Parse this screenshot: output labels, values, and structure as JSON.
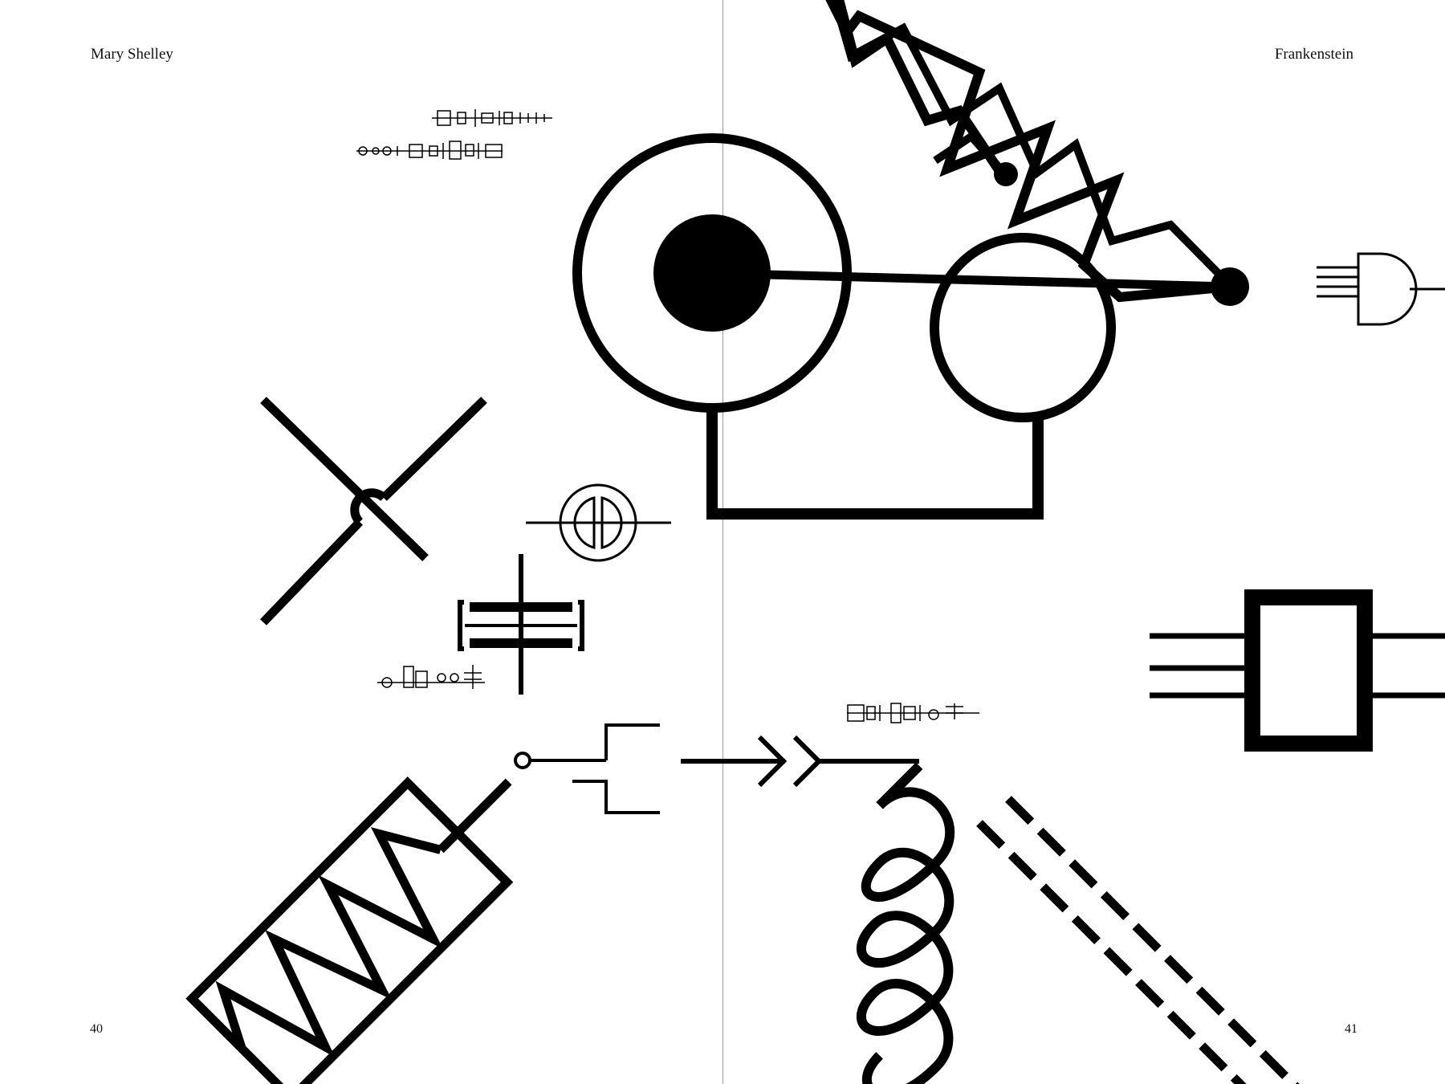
{
  "book": {
    "left_header": "Mary Shelley",
    "right_header": "Frankenstein",
    "left_page_number": "40",
    "right_page_number": "41"
  },
  "style": {
    "ink": "#000000",
    "paper": "#ffffff",
    "gutter_line": "#9a9a9a"
  },
  "artwork": {
    "symbols": [
      "zigzag-resistor",
      "circle-dot-node",
      "circle-node",
      "wire-crossing",
      "lamp",
      "crystal",
      "connector",
      "arrow",
      "and-gate",
      "component-box",
      "boxed-resistor",
      "inductor-coil",
      "dashed-core",
      "small-symbol-row"
    ]
  }
}
